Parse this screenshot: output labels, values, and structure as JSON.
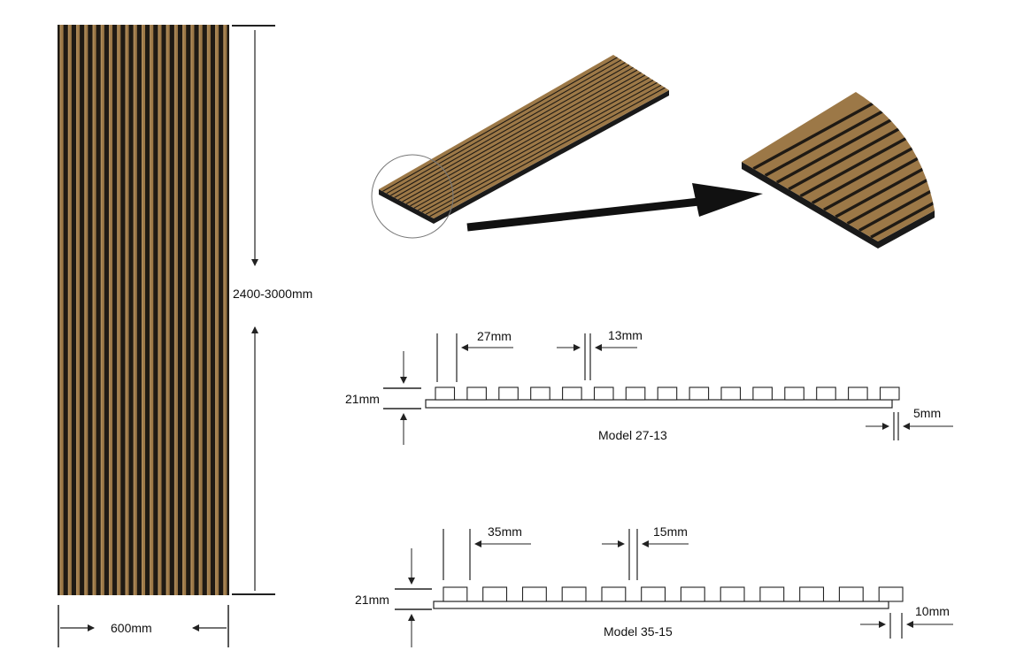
{
  "colors": {
    "wood": "#9c7847",
    "wood_light": "#b08d5c",
    "groove": "#1f1a14",
    "edge": "#111111",
    "line": "#222222"
  },
  "panel": {
    "width_label": "600mm",
    "height_label": "2400-3000mm",
    "slat_count": 21
  },
  "model_a": {
    "name": "Model 27-13",
    "slat_width_label": "27mm",
    "gap_label": "13mm",
    "thickness_label": "21mm",
    "base_label": "5mm",
    "slat_count": 15
  },
  "model_b": {
    "name": "Model 35-15",
    "slat_width_label": "35mm",
    "gap_label": "15mm",
    "thickness_label": "21mm",
    "base_label": "10mm",
    "slat_count": 12
  }
}
